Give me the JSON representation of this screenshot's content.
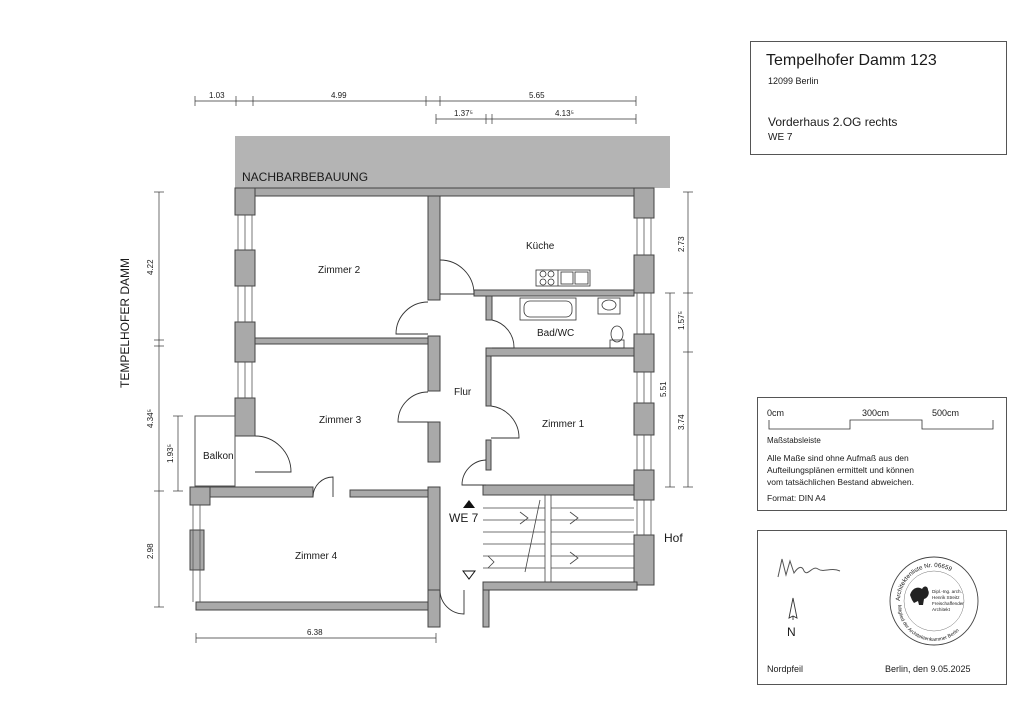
{
  "title_block": {
    "address": "Tempelhofer Damm 123",
    "city": "12099 Berlin",
    "unit": "Vorderhaus 2.OG rechts",
    "we": "WE 7"
  },
  "scale_block": {
    "scale_labels": [
      "0cm",
      "300cm",
      "500cm"
    ],
    "scale_caption": "Maßstabsleiste",
    "note_lines": [
      "Alle Maße sind ohne Aufmaß aus den",
      "Aufteilungsplänen ermittelt und können",
      "vom tatsächlichen Bestand abweichen."
    ],
    "format": "Format: DIN A4"
  },
  "sign_block": {
    "north_letter": "N",
    "north_caption": "Nordpfeil",
    "date": "Berlin, den 9.05.2025",
    "stamp_ring": "Architektenliste Nr. 06659",
    "stamp_lines": [
      "Dipl.-Ing. arch.",
      "Henrik Streitz",
      "Freischaffender",
      "Architekt"
    ],
    "stamp_bottom": "Mitglied der Architektenkammer Berlin"
  },
  "plan": {
    "neighbor_label": "NACHBARBEBAUUNG",
    "street_label": "TEMPELHOFER DAMM",
    "yard_label": "Hof",
    "unit_label": "WE 7",
    "rooms": {
      "zimmer2": "Zimmer 2",
      "kueche": "Küche",
      "bad": "Bad/WC",
      "flur": "Flur",
      "zimmer3": "Zimmer 3",
      "zimmer1": "Zimmer 1",
      "balkon": "Balkon",
      "zimmer4": "Zimmer 4"
    },
    "dimensions": {
      "top_1": "1.03",
      "top_2": "4.99",
      "top_3": "5.65",
      "top_4": "1.37⁵",
      "top_5": "4.13⁵",
      "left_1": "4.22",
      "left_2": "4.34⁵",
      "left_3": "1.93⁵",
      "left_4": "2.98",
      "bottom_1": "6.38",
      "right_1": "2.73",
      "right_2": "1.57⁵",
      "right_3": "5.51",
      "right_4": "3.74"
    }
  }
}
